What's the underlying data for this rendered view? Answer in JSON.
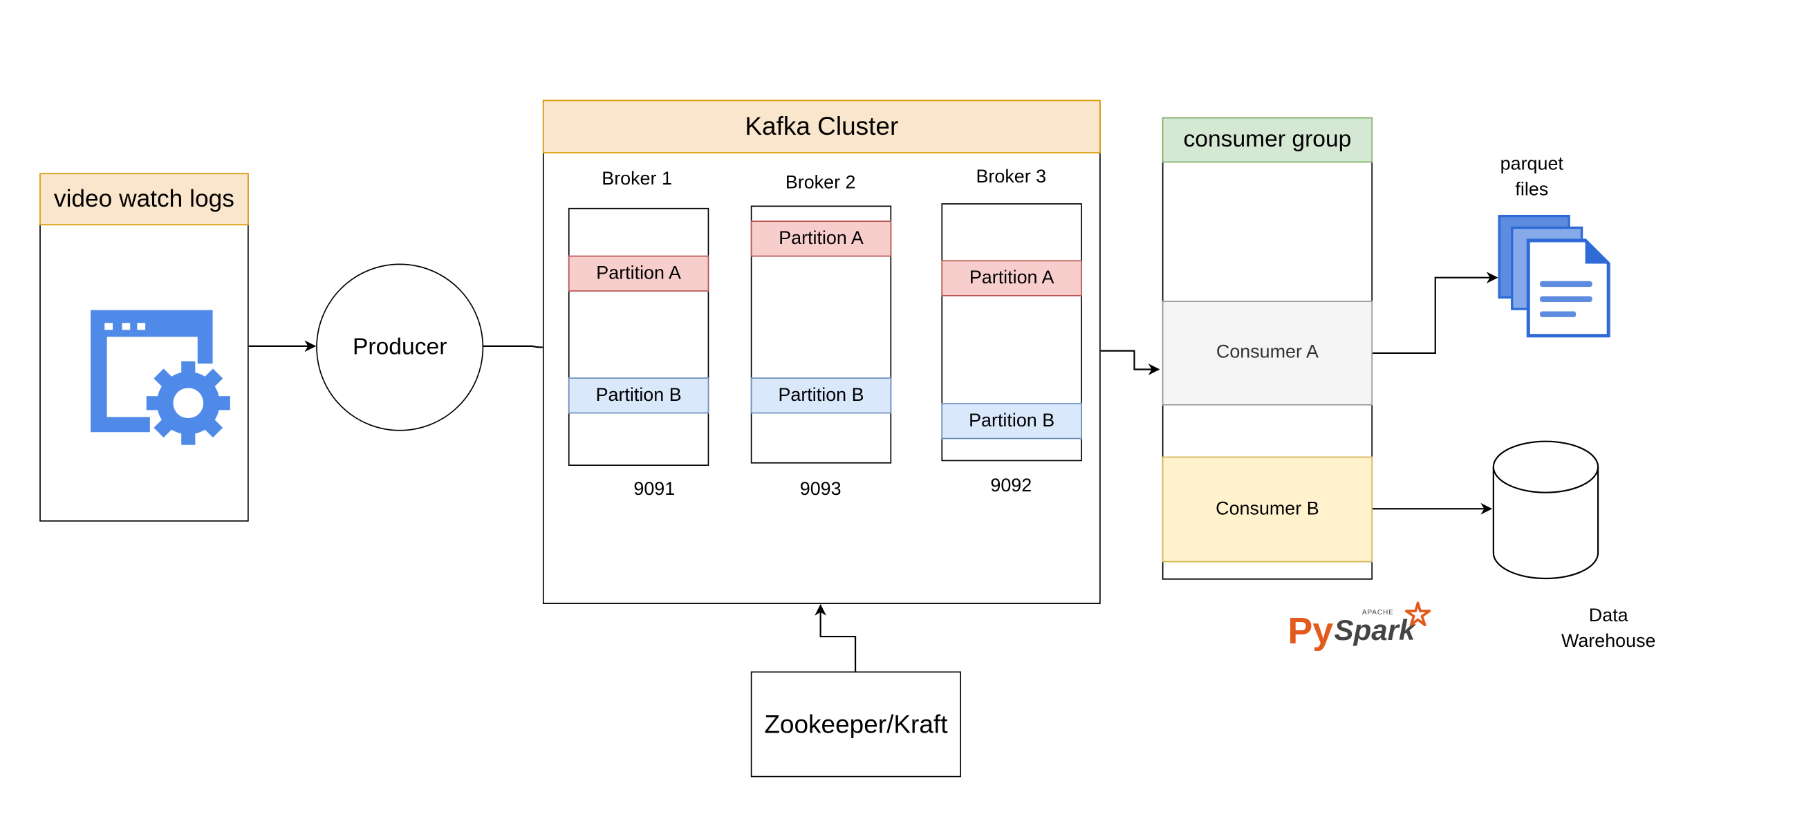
{
  "source": {
    "title": "video watch logs"
  },
  "producer": {
    "label": "Producer"
  },
  "kafka": {
    "title": "Kafka Cluster",
    "brokers": [
      {
        "name": "Broker 1",
        "partition_a": "Partition A",
        "partition_b": "Partition B",
        "port": "9091"
      },
      {
        "name": "Broker 2",
        "partition_a": "Partition A",
        "partition_b": "Partition B",
        "port": "9093"
      },
      {
        "name": "Broker 3",
        "partition_a": "Partition A",
        "partition_b": "Partition B",
        "port": "9092"
      }
    ]
  },
  "coordinator": {
    "label": "Zookeeper/Kraft"
  },
  "consumer_group": {
    "title": "consumer group",
    "consumer_a": "Consumer A",
    "consumer_b": "Consumer B"
  },
  "outputs": {
    "parquet_line1": "parquet",
    "parquet_line2": "files",
    "warehouse_line1": "Data",
    "warehouse_line2": "Warehouse"
  },
  "pyspark_logo": {
    "apache": "APACHE",
    "py": "Py",
    "spark": "Spark"
  },
  "colors": {
    "orange_fill": "#fae6cc",
    "orange_stroke": "#d79b00",
    "green_fill": "#d5e8d4",
    "green_stroke": "#82b366",
    "red_fill": "#f8cecc",
    "red_stroke": "#b85450",
    "blue_fill": "#dae8fc",
    "blue_stroke": "#6c8ebf",
    "grey_fill": "#f5f5f5",
    "grey_stroke": "#999999",
    "yellow_fill": "#fff2cc",
    "yellow_stroke": "#d6b656",
    "icon_blue": "#4f8ae8",
    "spark_orange": "#e25a1c"
  }
}
